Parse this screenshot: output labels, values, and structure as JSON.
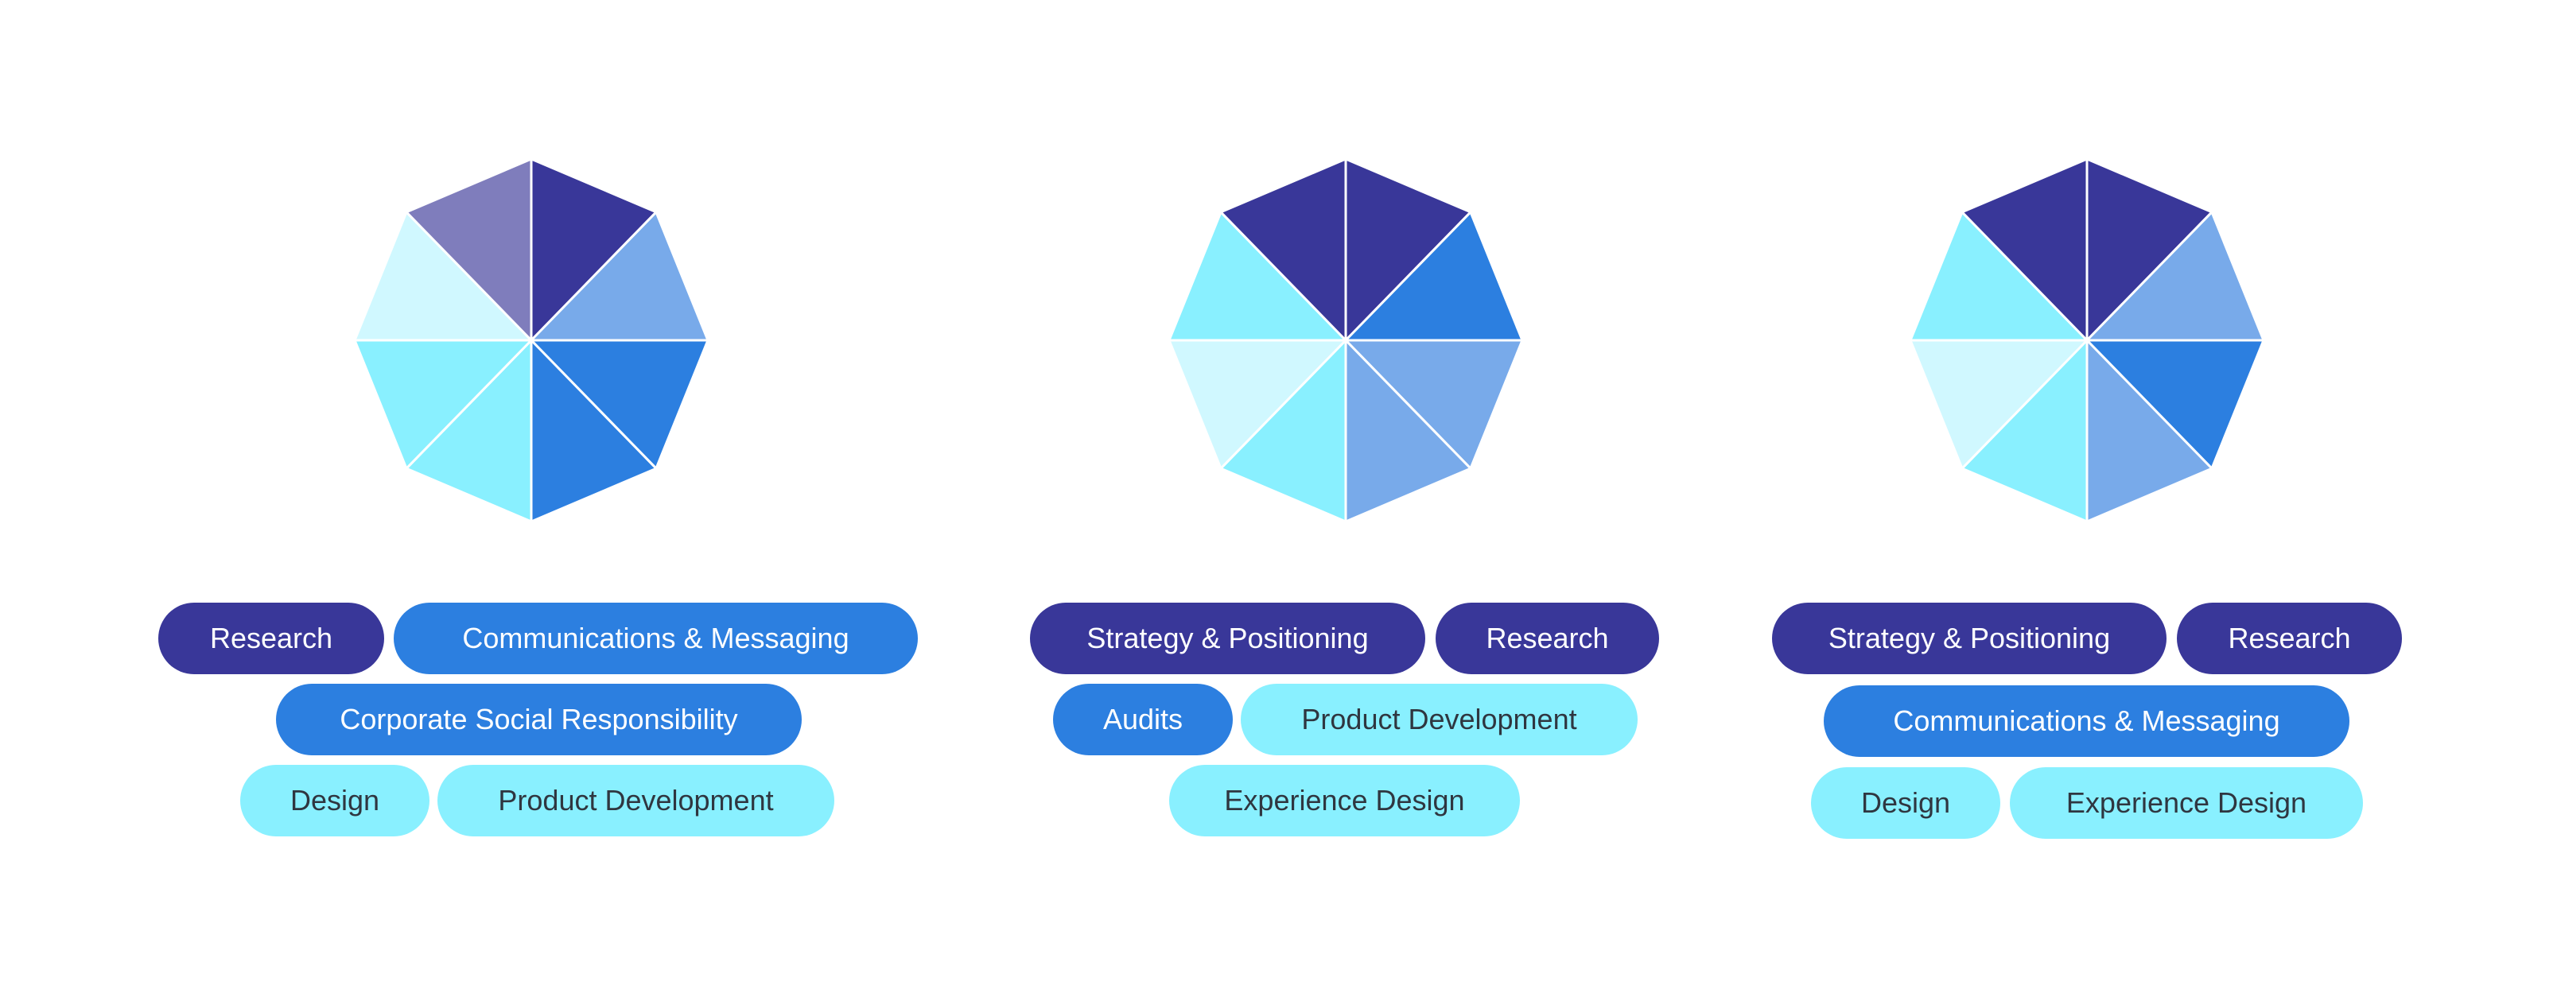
{
  "colors": {
    "dark": "#393799",
    "purple": "#7F7DBC",
    "mid": "#2C7FE0",
    "light": "#78AAEA",
    "cyan": "#89F0FF",
    "pale": "#D0F8FF"
  },
  "groups": [
    {
      "segments": [
        "dark",
        "light",
        "mid",
        "mid",
        "cyan",
        "cyan",
        "pale",
        "purple"
      ],
      "tags": [
        {
          "label": "Research",
          "color": "dark"
        },
        {
          "label": "Communications & Messaging",
          "color": "mid"
        },
        {
          "label": "Corporate Social Responsibility",
          "color": "mid"
        },
        {
          "label": "Design",
          "color": "cyan"
        },
        {
          "label": "Product Development",
          "color": "cyan"
        }
      ]
    },
    {
      "segments": [
        "dark",
        "mid",
        "light",
        "light",
        "cyan",
        "pale",
        "cyan",
        "dark"
      ],
      "tags": [
        {
          "label": "Strategy & Positioning",
          "color": "dark"
        },
        {
          "label": "Research",
          "color": "dark"
        },
        {
          "label": "Audits",
          "color": "mid"
        },
        {
          "label": "Product Development",
          "color": "cyan"
        },
        {
          "label": "Experience Design",
          "color": "cyan"
        }
      ]
    },
    {
      "segments": [
        "dark",
        "light",
        "mid",
        "light",
        "cyan",
        "pale",
        "cyan",
        "dark"
      ],
      "tags": [
        {
          "label": "Strategy & Positioning",
          "color": "dark"
        },
        {
          "label": "Research",
          "color": "dark"
        },
        {
          "label": "Communications & Messaging",
          "color": "mid"
        },
        {
          "label": "Design",
          "color": "cyan"
        },
        {
          "label": "Experience Design",
          "color": "cyan"
        }
      ]
    }
  ]
}
